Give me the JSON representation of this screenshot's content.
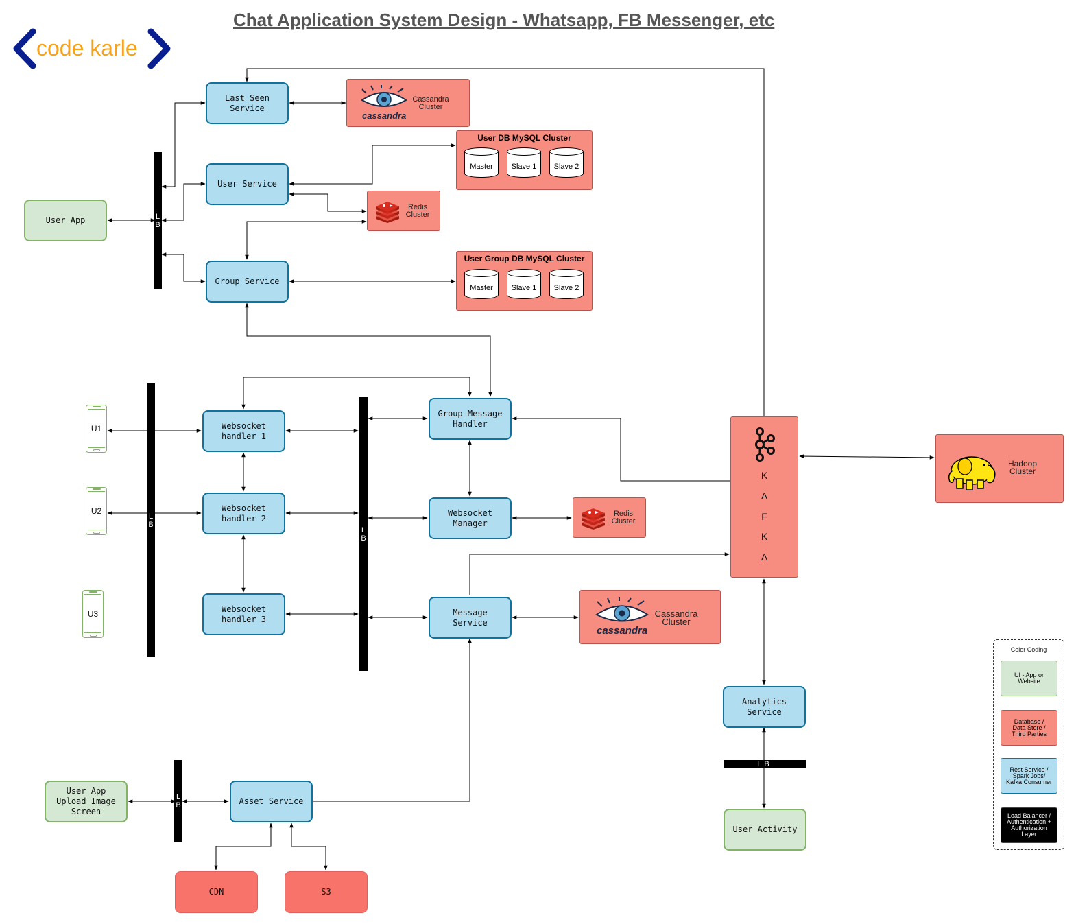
{
  "title": "Chat Application System Design - Whatsapp, FB Messenger, etc",
  "brand": {
    "text": "code karle",
    "bracket_color": "#0a1f8f",
    "text_color": "#f7a21b"
  },
  "colors": {
    "service": "#b1ddf0",
    "ui": "#d5e8d4",
    "database": "#f78d80",
    "lb": "#000000"
  },
  "nodes": {
    "user_app": "User App",
    "last_seen_service": "Last Seen\nService",
    "user_service": "User Service",
    "group_service": "Group Service",
    "websocket_handler_1": "Websocket\nhandler 1",
    "websocket_handler_2": "Websocket\nhandler 2",
    "websocket_handler_3": "Websocket\nhandler 3",
    "group_message_handler": "Group Message\nHandler",
    "websocket_manager": "Websocket\nManager",
    "message_service": "Message\nService",
    "analytics_service": "Analytics\nService",
    "user_activity": "User Activity",
    "upload_screen": "User App\nUpload Image\nScreen",
    "asset_service": "Asset Service",
    "cdn": "CDN",
    "s3": "S3",
    "u1": "U1",
    "u2": "U2",
    "u3": "U3"
  },
  "clusters": {
    "cassandra_top": {
      "label": "Cassandra\nCluster",
      "logo_text": "cassandra",
      "icon": "cassandra-eye-icon"
    },
    "cassandra_bottom": {
      "label": "Cassandra\nCluster",
      "logo_text": "cassandra",
      "icon": "cassandra-eye-icon"
    },
    "user_db": {
      "title": "User DB MySQL Cluster",
      "nodes": [
        "Master",
        "Slave 1",
        "Slave 2"
      ]
    },
    "user_group_db": {
      "title": "User Group DB MySQL Cluster",
      "nodes": [
        "Master",
        "Slave 1",
        "Slave 2"
      ]
    },
    "redis_top": {
      "label": "Redis\nCluster",
      "icon": "redis-icon"
    },
    "redis_bottom": {
      "label": "Redis\nCluster",
      "icon": "redis-icon"
    },
    "hadoop": {
      "label": "Hadoop\nCluster",
      "icon": "hadoop-elephant-icon"
    },
    "kafka": {
      "letters": [
        "K",
        "A",
        "F",
        "K",
        "A"
      ],
      "icon": "kafka-icon"
    }
  },
  "lb_label": "LB",
  "legend": {
    "title": "Color Coding",
    "items": [
      {
        "label": "UI - App or\nWebsite",
        "color": "#d5e8d4"
      },
      {
        "label": "Database /\nData Store /\nThird Parties",
        "color": "#f78d80"
      },
      {
        "label": "Rest Service /\nSpark Jobs/\nKafka Consumer",
        "color": "#b1ddf0"
      },
      {
        "label": "Load Balancer /\nAuthentication +\nAuthorization\nLayer",
        "color": "#000000"
      }
    ]
  }
}
